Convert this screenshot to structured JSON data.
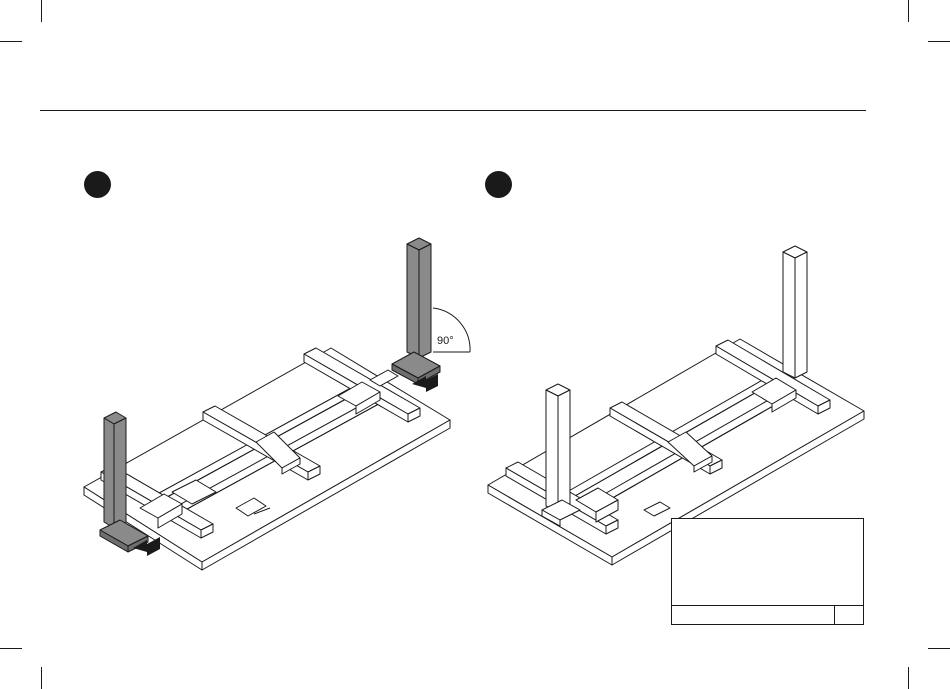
{
  "page": {
    "header_rule": true,
    "crop_marks": true
  },
  "steps": [
    {
      "id": "step-left",
      "marker": "filled-circle",
      "callouts": {
        "angle_label": "90°"
      },
      "arrows": [
        "push-arrow",
        "push-arrow"
      ]
    },
    {
      "id": "step-right",
      "marker": "filled-circle"
    }
  ],
  "inset": {
    "part_icon": "flange-bolt-icon",
    "label": "",
    "quantity": ""
  },
  "colors": {
    "ink": "#1a1a1a",
    "leg_fill": "#8a8a8a",
    "paper": "#ffffff"
  }
}
